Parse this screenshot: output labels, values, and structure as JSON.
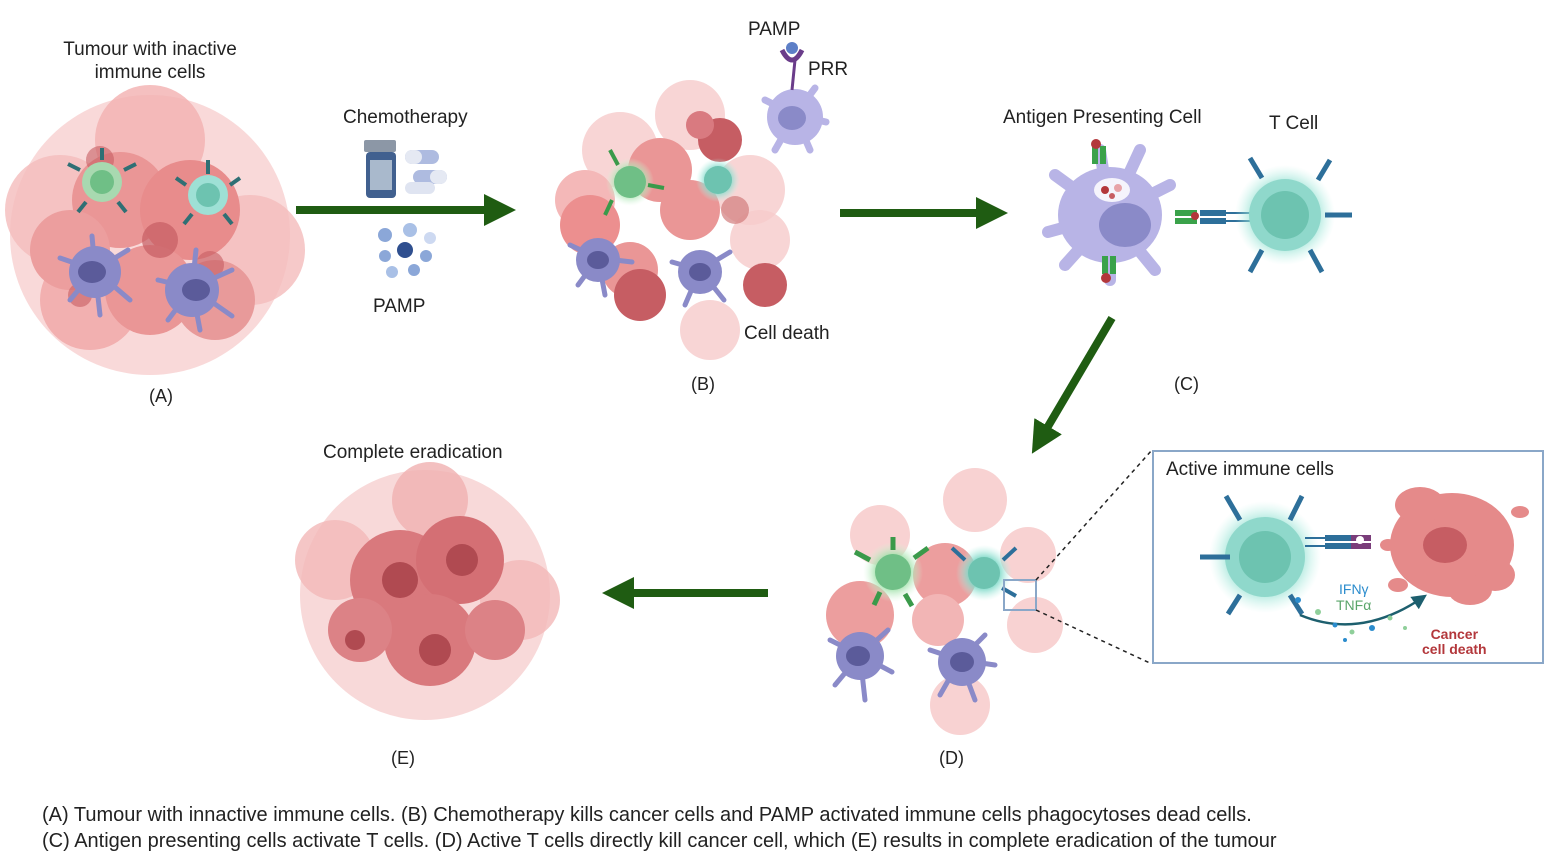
{
  "panels": {
    "a": {
      "title_line1": "Tumour with inactive",
      "title_line2": "immune cells",
      "id": "(A)"
    },
    "b": {
      "id": "(B)",
      "pamp": "PAMP",
      "prr": "PRR",
      "cell_death": "Cell death"
    },
    "c": {
      "id": "(C)",
      "apc": "Antigen Presenting Cell",
      "tcell": "T Cell"
    },
    "d": {
      "id": "(D)"
    },
    "e": {
      "id": "(E)",
      "title": "Complete eradication"
    }
  },
  "arrows": {
    "a_to_b": {
      "top_label": "Chemotherapy",
      "bottom_label": "PAMP"
    }
  },
  "inset": {
    "title": "Active immune cells",
    "cytokine1": "IFNγ",
    "cytokine2": "TNFα",
    "result_line1": "Cancer",
    "result_line2": "cell death"
  },
  "caption": {
    "line1": "(A) Tumour with innactive immune cells. (B) Chemotherapy kills cancer cells and PAMP activated immune cells phagocytoses dead cells.",
    "line2": "(C) Antigen presenting cells activate T cells. (D) Active T cells directly kill cancer cell, which (E) results in complete eradication of the tumour"
  },
  "colors": {
    "arrow": "#1f5c12",
    "tumour": "#e58a8a",
    "tumour_dark": "#c65d63",
    "tcell": "#6dc3b0",
    "dendritic": "#8a8ac8",
    "apc": "#b8b4e6",
    "inset_border": "#8aa7c8"
  }
}
